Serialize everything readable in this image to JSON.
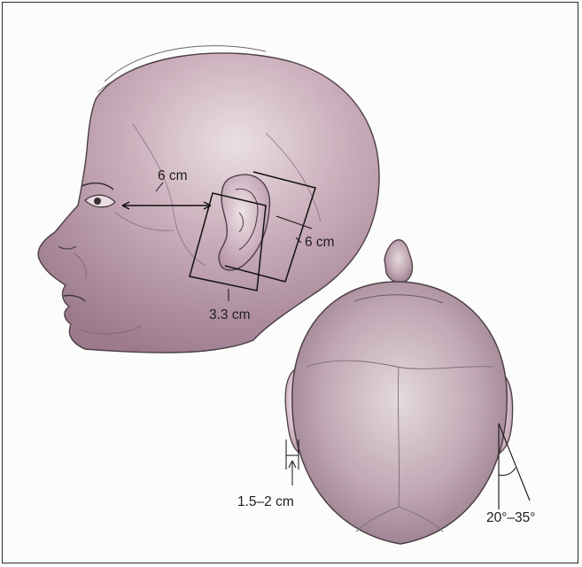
{
  "figure": {
    "labels": {
      "forward_distance": "6 cm",
      "ear_box_height": "6 cm",
      "ear_width": "3.3 cm",
      "ear_protrusion": "1.5–2 cm",
      "ear_angle": "20°–35°"
    }
  }
}
